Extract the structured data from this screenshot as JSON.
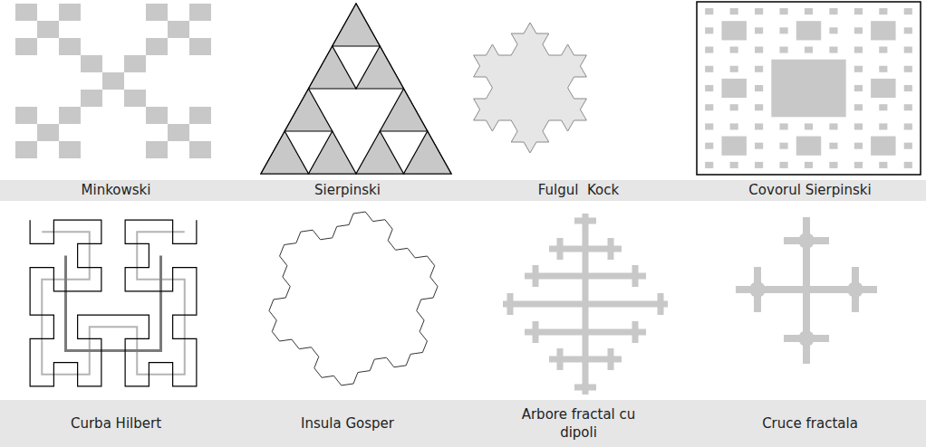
{
  "diagram": {
    "nodes": [
      {
        "text": [
          "Minkowski"
        ]
      },
      {
        "text": [
          "Sierpinski"
        ]
      },
      {
        "text": [
          "Fulgul  Kock"
        ]
      },
      {
        "text": [
          "Covorul Sierpinski"
        ]
      },
      {
        "text": [
          "Curba Hilbert"
        ]
      },
      {
        "text": [
          "Insula Gosper"
        ]
      },
      {
        "text": [
          "Arbore fractal cu dipoli"
        ]
      },
      {
        "text": [
          "Cruce fractala"
        ]
      }
    ]
  }
}
